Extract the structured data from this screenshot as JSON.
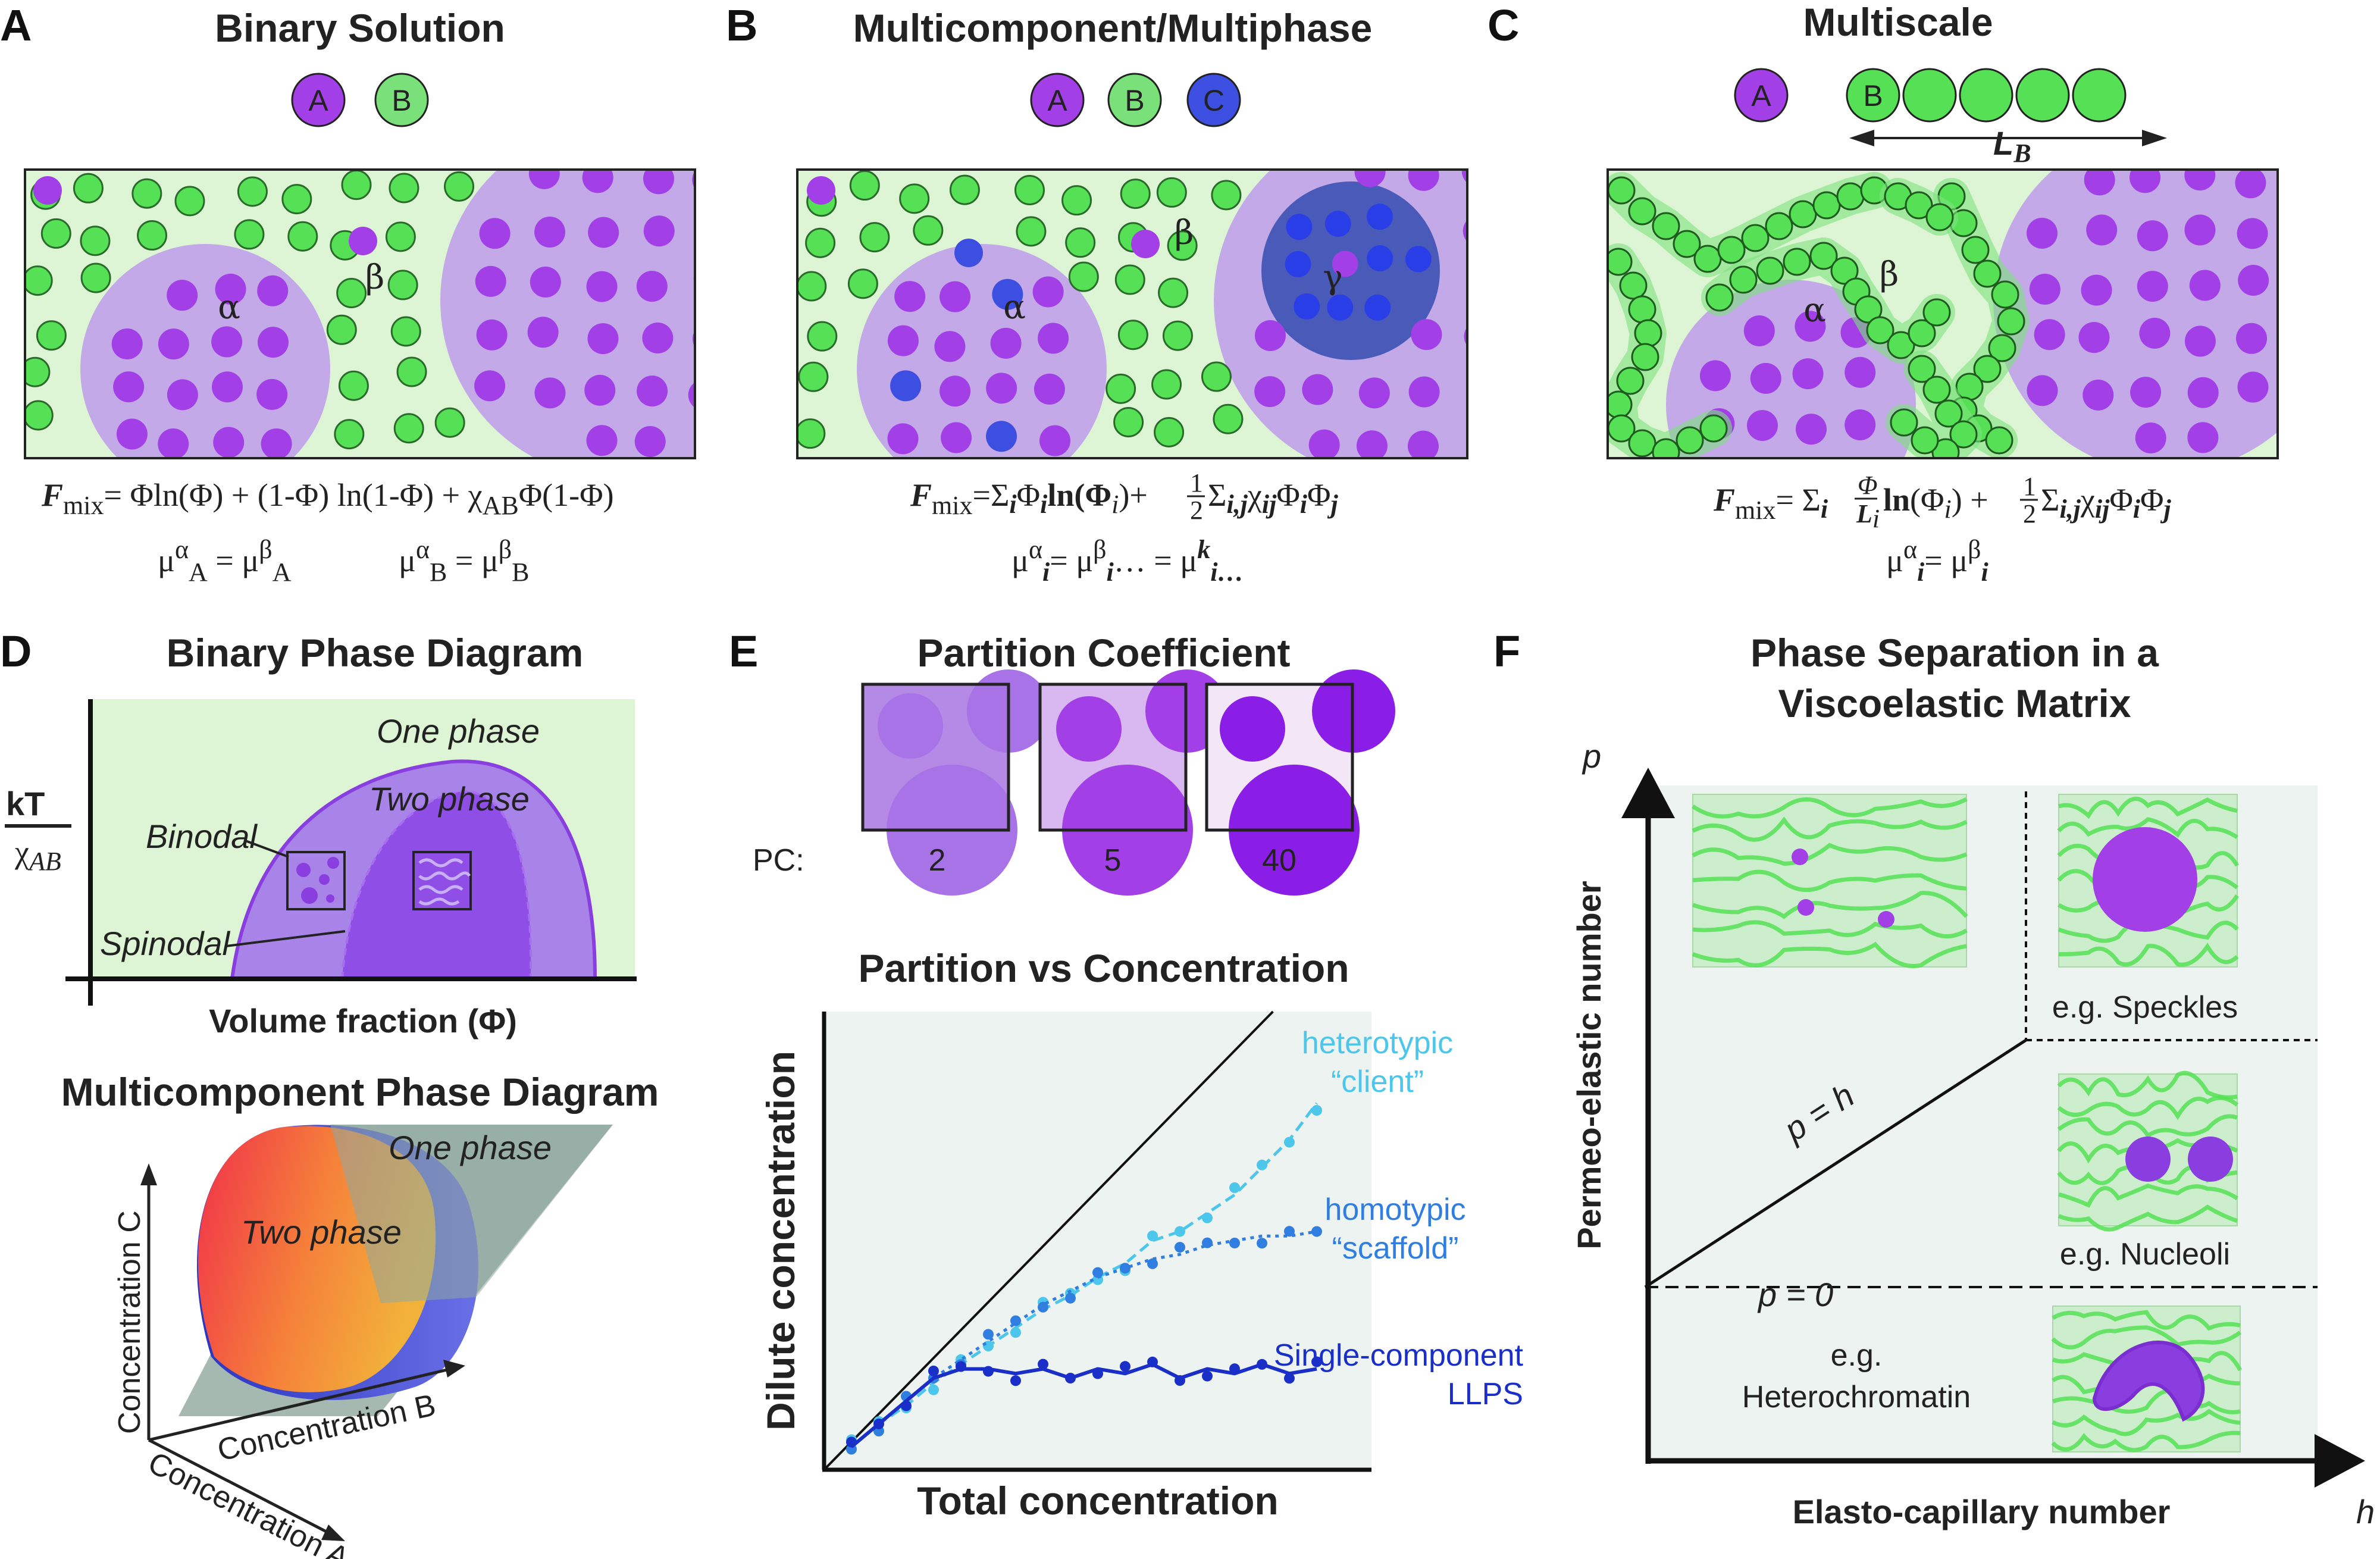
{
  "panels": {
    "A": {
      "letter": "A",
      "title": "Binary Solution",
      "balls": [
        "A",
        "B"
      ],
      "phase_alpha": "α",
      "phase_beta": "β",
      "equation_lhs": "F",
      "equation_sub": "mix",
      "equation_rhs": "= Φln(Φ) + (1-Φ) ln(1-Φ) + χ",
      "equation_chi_sub": "AB",
      "equation_tail": "Φ(1-Φ)",
      "mu_left": "μ",
      "mu_A_text": "A = μ",
      "mu_B_text": "B = μ",
      "sup_alpha": "α",
      "sup_beta": "β",
      "sub_A": "A",
      "sub_B": "B"
    },
    "B": {
      "letter": "B",
      "title": "Multicomponent/Multiphase",
      "balls": [
        "A",
        "B",
        "C"
      ],
      "phase_alpha": "α",
      "phase_beta": "β",
      "phase_gamma": "γ",
      "equation": "=Σ",
      "equation_mid": "ln(Φ",
      "equation_tail": "Σ",
      "mu_line": "= μ",
      "mu_ellipsis": "… = μ",
      "sup_k": "k",
      "sub_i": "i",
      "sub_ij": "i,j",
      "sub_ijk": "ij",
      "sub_iell": "i…",
      "half_num": "1",
      "half_den": "2",
      "phi": "Φ",
      "chi": "χ"
    },
    "C": {
      "letter": "C",
      "title": "Multiscale",
      "ball_a": "A",
      "ball_b": "B",
      "length_label": "L",
      "length_sub": "B",
      "phase_alpha": "α",
      "phase_beta": "β",
      "frac_num": "Φ",
      "frac_den": "L"
    },
    "D": {
      "letter": "D",
      "title": "Binary Phase Diagram",
      "ylabel_top": "kT",
      "ylabel_chi": "χ",
      "ylabel_sub": "AB",
      "one_phase": "One phase",
      "two_phase": "Two phase",
      "binodal": "Binodal",
      "spinodal": "Spinodal",
      "xlabel": "Volume fraction (Φ)",
      "multi_title": "Multicomponent Phase Diagram",
      "multi_one_phase": "One phase",
      "multi_two_phase": "Two phase",
      "axis_c": "Concentration  C",
      "axis_b": "Concentration  B",
      "axis_a": "Concentration  A"
    },
    "E": {
      "letter": "E",
      "title": "Partition Coefficient",
      "pc_label": "PC:",
      "pc_values": [
        "2",
        "5",
        "40"
      ],
      "chart_title": "Partition vs Concentration",
      "ylabel": "Dilute concentration",
      "xlabel": "Total concentration",
      "label_client_1": "heterotypic",
      "label_client_2": "“client”",
      "label_scaffold_1": "homotypic",
      "label_scaffold_2": "“scaffold”",
      "label_single_1": "Single-component",
      "label_single_2": "LLPS"
    },
    "F": {
      "letter": "F",
      "title_1": "Phase Separation in a",
      "title_2": "Viscoelastic Matrix",
      "y_symbol": "p",
      "x_symbol": "h",
      "ylabel": "Permeo-elastic number",
      "xlabel": "Elasto-capillary number",
      "line_label": "p = h",
      "zero_label": "p = 0",
      "eg_speckles": "e.g. Speckles",
      "eg_nucleoli": "e.g. Nucleoli",
      "eg_hetero_1": "e.g.",
      "eg_hetero_2": "Heterochromatin"
    }
  },
  "colors": {
    "purple": "#a23fe6",
    "purple_light": "#c9a6e6",
    "green": "#55e055",
    "green_light": "#ddf5d5",
    "blue": "#3c4fe0",
    "blue_dark": "#4a5ab8",
    "cyan": "#4cc6ea",
    "mid_blue": "#2f7ee0",
    "navy": "#1a2fc8",
    "panel_bg": "#edf3f0"
  },
  "chart_data": {
    "type": "scatter",
    "title": "Partition vs Concentration",
    "xlabel": "Total concentration",
    "ylabel": "Dilute concentration",
    "series": [
      {
        "name": "heterotypic “client”",
        "x": [
          0.05,
          0.1,
          0.15,
          0.2,
          0.25,
          0.3,
          0.35,
          0.4,
          0.45,
          0.5,
          0.55,
          0.6,
          0.65,
          0.7,
          0.75,
          0.8,
          0.85,
          0.9
        ],
        "y": [
          0.05,
          0.1,
          0.14,
          0.19,
          0.23,
          0.27,
          0.31,
          0.35,
          0.38,
          0.42,
          0.45,
          0.5,
          0.52,
          0.56,
          0.6,
          0.66,
          0.72,
          0.8
        ]
      },
      {
        "name": "homotypic “scaffold”",
        "x": [
          0.05,
          0.1,
          0.15,
          0.2,
          0.25,
          0.3,
          0.35,
          0.4,
          0.45,
          0.5,
          0.55,
          0.6,
          0.65,
          0.7,
          0.75,
          0.8,
          0.85,
          0.9
        ],
        "y": [
          0.05,
          0.1,
          0.15,
          0.2,
          0.24,
          0.28,
          0.32,
          0.36,
          0.39,
          0.42,
          0.44,
          0.46,
          0.47,
          0.49,
          0.5,
          0.51,
          0.51,
          0.52
        ]
      },
      {
        "name": "Single-component LLPS",
        "x": [
          0.05,
          0.1,
          0.15,
          0.2,
          0.25,
          0.3,
          0.35,
          0.4,
          0.45,
          0.5,
          0.55,
          0.6,
          0.65,
          0.7,
          0.75,
          0.8,
          0.85,
          0.9
        ],
        "y": [
          0.05,
          0.1,
          0.15,
          0.2,
          0.22,
          0.22,
          0.21,
          0.22,
          0.2,
          0.22,
          0.21,
          0.23,
          0.2,
          0.22,
          0.21,
          0.23,
          0.21,
          0.22
        ]
      }
    ],
    "xlim": [
      0,
      1
    ],
    "ylim": [
      0,
      1
    ]
  }
}
